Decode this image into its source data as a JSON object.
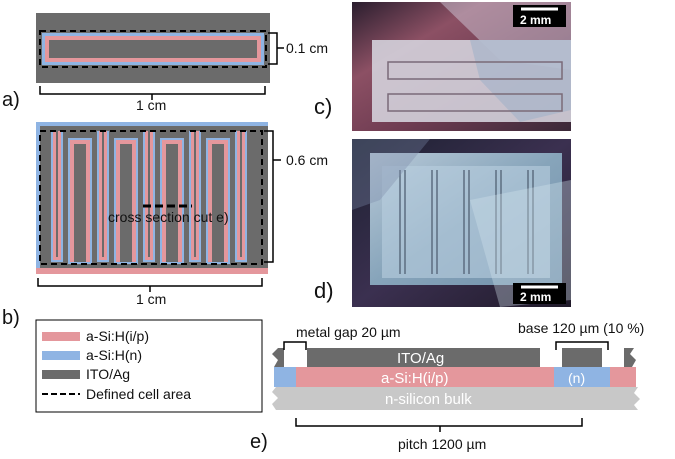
{
  "panel_labels": {
    "a": "a)",
    "b": "b)",
    "c": "c)",
    "d": "d)",
    "e": "e)"
  },
  "dimensions": {
    "a_width": "1 cm",
    "a_height": "0.1 cm",
    "b_width": "1 cm",
    "b_height": "0.6 cm"
  },
  "cross_section_label": "cross section cut e)",
  "scale_bars": {
    "c": "2 mm",
    "d": "2 mm"
  },
  "legend": {
    "items": [
      {
        "label": "a-Si:H(i/p)",
        "color": "#e4979c"
      },
      {
        "label": "a-Si:H(n)",
        "color": "#8fb4e3"
      },
      {
        "label": "ITO/Ag",
        "color": "#6b6b6b"
      },
      {
        "label": "Defined cell area",
        "color": "#000000"
      }
    ]
  },
  "cross_section": {
    "metal_gap": "metal gap 20 µm",
    "base": "base 120 µm (10 %)",
    "ito_label": "ITO/Ag",
    "asi_label": "a-Si:H(i/p)",
    "n_label": "(n)",
    "bulk_label": "n-silicon bulk",
    "pitch": "pitch 1200 µm"
  },
  "colors": {
    "ito": "#6b6b6b",
    "asi_ip": "#e4979c",
    "asi_n": "#8fb4e3",
    "bulk": "#c8c8c8"
  }
}
